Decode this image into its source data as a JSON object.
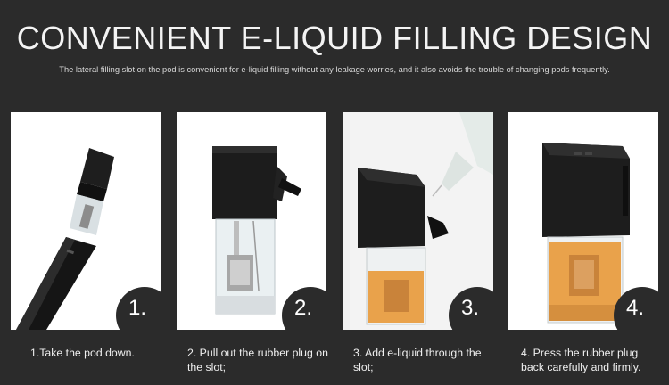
{
  "header": {
    "title": "CONVENIENT E-LIQUID FILLING DESIGN",
    "subtitle": "The lateral filling slot on the pod is convenient for e-liquid filling without any leakage worries, and it also avoids the trouble of changing pods frequently."
  },
  "steps": [
    {
      "number": "1.",
      "caption": "1.Take the pod down."
    },
    {
      "number": "2.",
      "caption": "2. Pull out the rubber plug on the slot;"
    },
    {
      "number": "3.",
      "caption": "3.  Add e-liquid through the slot;"
    },
    {
      "number": "4.",
      "caption": "4. Press the rubber plug back carefully and firmly."
    }
  ],
  "colors": {
    "background": "#2b2b2b",
    "panel": "#ffffff",
    "liquid": "#e9a24b",
    "pod_body": "#1a1a1a"
  }
}
